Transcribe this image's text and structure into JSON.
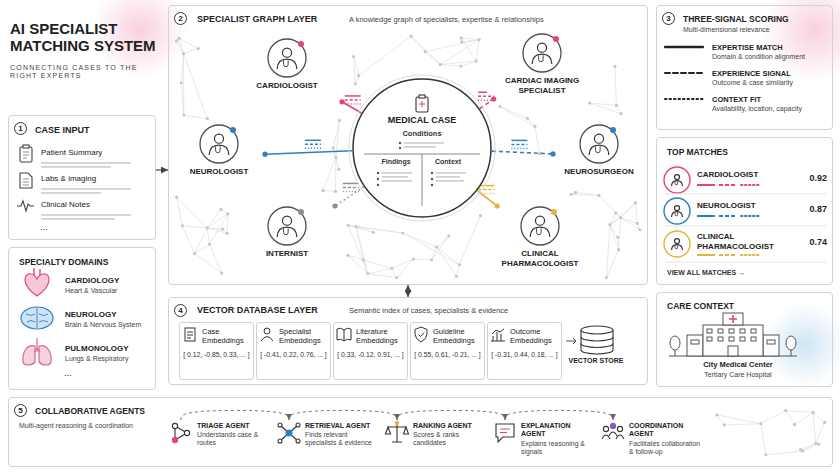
{
  "diagram": {
    "title": "AI SPECIALIST MATCHING SYSTEM",
    "nodes": [
      {
        "text": [
          "CASE INPUT",
          "Patient Summary",
          "Labs & imaging",
          "Clinical Notes"
        ]
      },
      {
        "text": [
          "SPECIALTY DOMAINS",
          "CARDIOLOGY",
          "Heart & Vascular",
          "NEUROLOGY",
          "Brain & Nervous System",
          "PULMONOLOGY",
          "Lungs & Respiratory"
        ]
      },
      {
        "text": [
          "SPECIALIST GRAPH LAYER",
          "A knowledge graph of specialists, expertise & relationships"
        ]
      },
      {
        "text": [
          "MEDICAL CASE",
          "Conditions",
          "Findings",
          "Context"
        ],
        "in": 2
      },
      {
        "text": [
          "CARDIOLOGIST"
        ],
        "in": 2
      },
      {
        "text": [
          "CARDIAC IMAGING SPECIALIST"
        ],
        "in": 2
      },
      {
        "text": [
          "NEUROLOGIST"
        ],
        "in": 2
      },
      {
        "text": [
          "NEUROSURGEON"
        ],
        "in": 2
      },
      {
        "text": [
          "INTERNIST"
        ],
        "in": 2
      },
      {
        "text": [
          "CLINICAL PHARMACOLOGIST"
        ],
        "in": 2
      },
      {
        "text": [
          "VECTOR DATABASE LAYER",
          "Semantic index of cases, specialists & evidence"
        ]
      },
      {
        "text": [
          "Case Embeddings",
          "[ 0.12, -0.85, 0.33, ... ]"
        ],
        "in": 10
      },
      {
        "text": [
          "Specialist Embeddings",
          "[ -0.41, 0.22, 0.76, ... ]"
        ],
        "in": 10
      },
      {
        "text": [
          "Literature Embeddings",
          "[ 0.33, -0.12, 0.91, ... ]"
        ],
        "in": 10
      },
      {
        "text": [
          "Guideline Embeddings",
          "[ 0.55, 0.61, -0.21, ... ]"
        ],
        "in": 10
      },
      {
        "text": [
          "Outcome Embeddings",
          "[ -0.31, 0.44, 0.18, ... ]"
        ],
        "in": 10
      },
      {
        "text": [
          "THREE-SIGNAL SCORING",
          "Multi-dimensional relevance"
        ]
      },
      {
        "text": [
          "TOP MATCHES",
          "CARDIOLOGIST",
          "0.92",
          "NEUROLOGIST",
          "0.87",
          "CLINICAL PHARMACOLOGIST",
          "0.74",
          "VIEW ALL MATCHES →"
        ]
      },
      {
        "text": [
          "CARE CONTEXT",
          "City Medical Center",
          "Tertiary Care Hospital"
        ]
      },
      {
        "text": [
          "COLLABORATIVE AGENTS",
          "Multi-agent reasoning & coordination"
        ]
      },
      {
        "text": [
          "TRIAGE AGENT",
          "Understands case & routes"
        ],
        "in": 19
      },
      {
        "text": [
          "RETRIEVAL AGENT",
          "Finds relevant specialists & evidence"
        ],
        "in": 19
      },
      {
        "text": [
          "RANKING AGENT",
          "Scores & ranks candidates"
        ],
        "in": 19
      },
      {
        "text": [
          "EXPLANATION AGENT",
          "Explains reasoning & signals"
        ],
        "in": 19
      },
      {
        "text": [
          "COORDINATION AGENT",
          "Facilitates collaboration & follow-up"
        ],
        "in": 19
      }
    ],
    "edges": [
      {
        "from": 0,
        "to": 2,
        "arrow": "to"
      },
      {
        "from": 2,
        "to": 10,
        "arrow": "both"
      },
      {
        "from": 3,
        "to": 4,
        "arrow": "none"
      },
      {
        "from": 3,
        "to": 5,
        "arrow": "none"
      },
      {
        "from": 3,
        "to": 6,
        "arrow": "none"
      },
      {
        "from": 3,
        "to": 7,
        "arrow": "none"
      },
      {
        "from": 3,
        "to": 8,
        "arrow": "none"
      },
      {
        "from": 3,
        "to": 9,
        "arrow": "none"
      },
      {
        "from": 20,
        "to": 21,
        "arrow": "to"
      },
      {
        "from": 21,
        "to": 22,
        "arrow": "to"
      },
      {
        "from": 22,
        "to": 23,
        "arrow": "to"
      },
      {
        "from": 23,
        "to": 24,
        "arrow": "to"
      }
    ],
    "labels": [
      "CONNECTING CASES TO THE RIGHT EXPERTS",
      "1",
      "...",
      "...",
      "2",
      "3",
      "Domain & condition alignment",
      "Outcome & case similarity",
      "Availability, location, capacity",
      "4",
      "VECTOR STORE",
      "5"
    ],
    "legend": [
      {
        "text": "EXPERTISE MATCH"
      },
      {
        "text": "EXPERIENCE SIGNAL"
      },
      {
        "text": "CONTEXT FIT"
      }
    ]
  }
}
